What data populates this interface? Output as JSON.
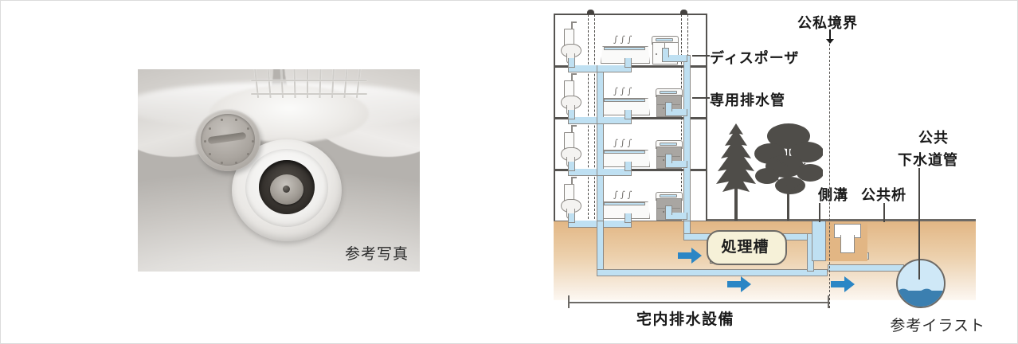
{
  "photo": {
    "caption": "参考写真",
    "subject": "disposer-sink-photo"
  },
  "illustration": {
    "caption": "参考イラスト",
    "labels": {
      "disposer": "ディスポーザ",
      "dedicated_drain_pipe": "専用排水管",
      "public_private_boundary": "公私境界",
      "treatment_tank": "処理槽",
      "side_ditch": "側溝",
      "public_basin": "公共枡",
      "public_sewer_pipe_line1": "公共",
      "public_sewer_pipe_line2": "下水道管",
      "premises_drainage_equipment": "宅内排水設備"
    },
    "floors": [
      {
        "index": 1,
        "fixtures": [
          "toilet",
          "bathtub",
          "kitchen-disposer"
        ]
      },
      {
        "index": 2,
        "fixtures": [
          "toilet",
          "bathtub",
          "kitchen-disposer"
        ]
      },
      {
        "index": 3,
        "fixtures": [
          "toilet",
          "bathtub",
          "kitchen-disposer"
        ]
      },
      {
        "index": 4,
        "fixtures": [
          "toilet",
          "bathtub",
          "kitchen-disposer"
        ]
      }
    ],
    "colors": {
      "pipe_fill": "#bfe0f2",
      "pipe_stroke": "#8d8a86",
      "ground_top": "#e2b684",
      "ground_bottom": "#fdf8f2",
      "arrow": "#2b86c5",
      "tank_fill": "#f6f1d8",
      "sewer_water": "#3b7fb0",
      "tree": "#4f4d49",
      "outline": "#555350"
    }
  }
}
